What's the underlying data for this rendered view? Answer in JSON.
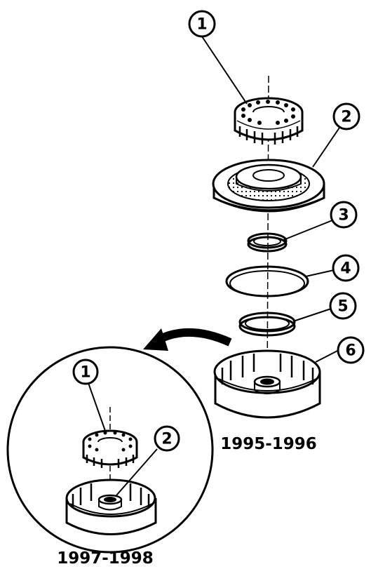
{
  "callouts": {
    "c1": "1",
    "c2": "2",
    "c3": "3",
    "c4": "4",
    "c5": "5",
    "c6": "6",
    "inset_c1": "1",
    "inset_c2": "2"
  },
  "year_labels": {
    "main": "1995-1996",
    "inset": "1997-1998"
  },
  "colors": {
    "line": "#000000",
    "background": "#ffffff"
  }
}
